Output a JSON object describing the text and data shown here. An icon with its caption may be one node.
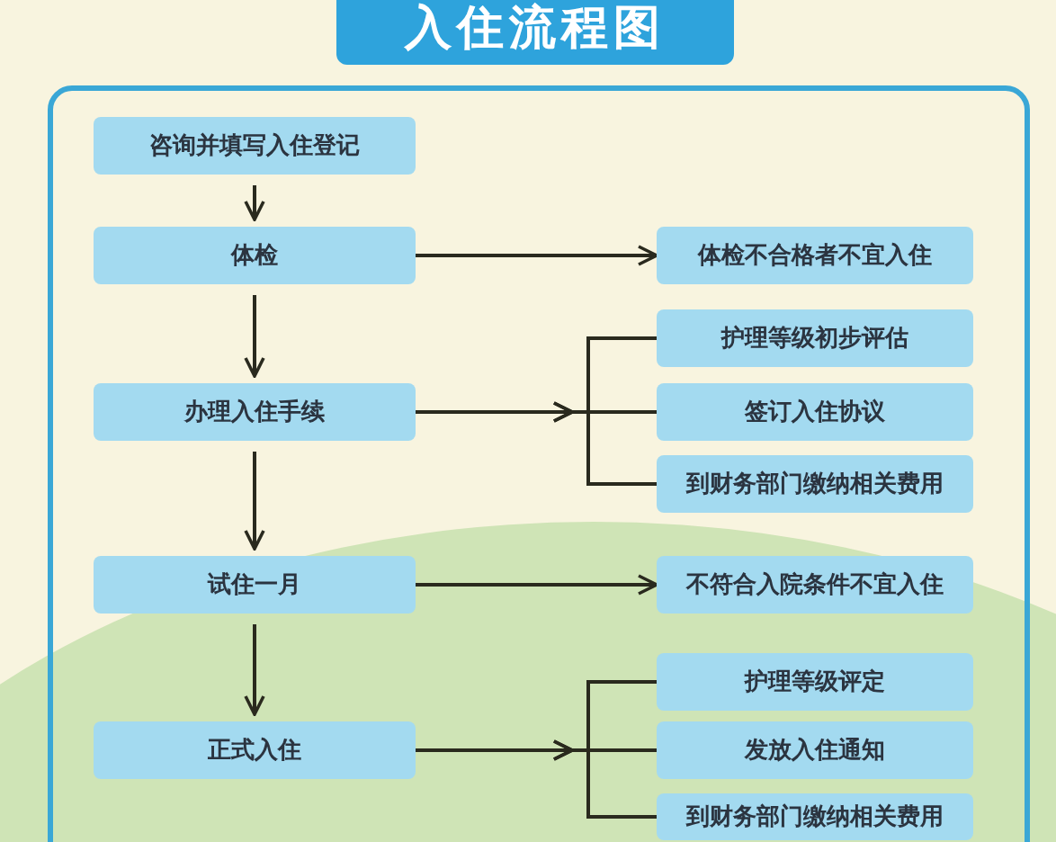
{
  "diagram": {
    "title": "入住流程图",
    "nodes": [
      {
        "text": [
          "咨询并填写入住登记"
        ]
      },
      {
        "text": [
          "体检"
        ]
      },
      {
        "text": [
          "办理入住手续"
        ]
      },
      {
        "text": [
          "试住一月"
        ]
      },
      {
        "text": [
          "正式入住"
        ]
      },
      {
        "text": [
          "体检不合格者不宜入住"
        ]
      },
      {
        "text": [
          "护理等级初步评估"
        ]
      },
      {
        "text": [
          "签订入住协议"
        ]
      },
      {
        "text": [
          "到财务部门缴纳相关费用"
        ]
      },
      {
        "text": [
          "不符合入院条件不宜入住"
        ]
      },
      {
        "text": [
          "护理等级评定"
        ]
      },
      {
        "text": [
          "发放入住通知"
        ]
      },
      {
        "text": [
          "到财务部门缴纳相关费用"
        ]
      }
    ],
    "edges": [
      {
        "from": 0,
        "to": 1,
        "arrow": "to"
      },
      {
        "from": 1,
        "to": 5,
        "arrow": "to"
      },
      {
        "from": 1,
        "to": 2,
        "arrow": "to"
      },
      {
        "from": 2,
        "to": 6,
        "arrow": "to"
      },
      {
        "from": 2,
        "to": 7,
        "arrow": "to"
      },
      {
        "from": 2,
        "to": 8,
        "arrow": "to"
      },
      {
        "from": 2,
        "to": 3,
        "arrow": "to"
      },
      {
        "from": 3,
        "to": 9,
        "arrow": "to"
      },
      {
        "from": 3,
        "to": 4,
        "arrow": "to"
      },
      {
        "from": 4,
        "to": 10,
        "arrow": "to"
      },
      {
        "from": 4,
        "to": 11,
        "arrow": "to"
      },
      {
        "from": 4,
        "to": 12,
        "arrow": "to"
      }
    ]
  }
}
